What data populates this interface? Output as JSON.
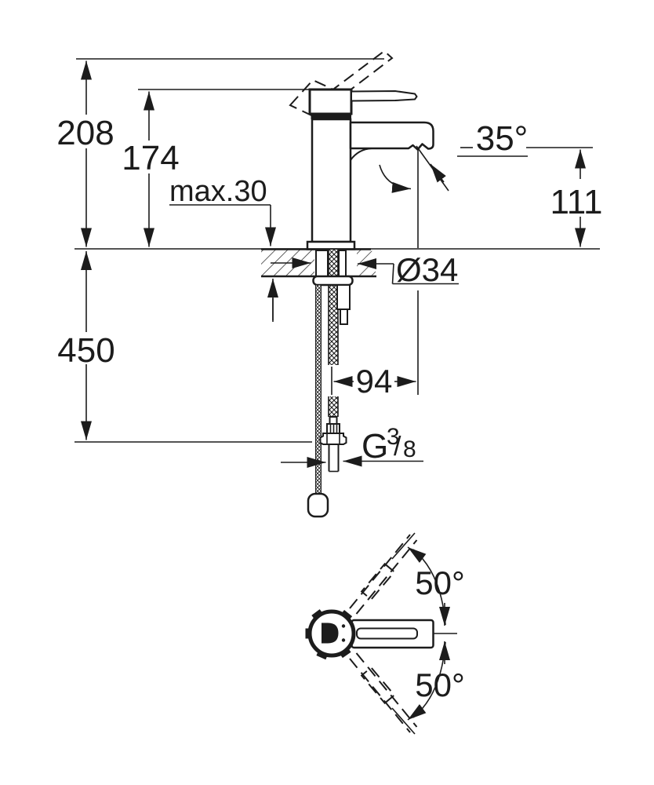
{
  "drawing": {
    "type": "technical-dimension-drawing",
    "subject": "single-lever basin mixer faucet, side elevation and top view",
    "colors": {
      "line": "#1c1c1c",
      "background": "#ffffff"
    },
    "side_view": {
      "dimensions": {
        "total_height": "208",
        "body_height": "174",
        "deck_thickness_max": "max.30",
        "spout_angle": "35°",
        "spout_outlet_height": "111",
        "supply_hose_length": "450",
        "hole_diameter": "Ø34",
        "spout_reach": "94",
        "thread": {
          "prefix": "G",
          "numerator": "3",
          "slash": "/",
          "denominator": "8"
        }
      }
    },
    "top_view": {
      "dimensions": {
        "lever_swivel_upper": "50°",
        "lever_swivel_lower": "50°"
      }
    }
  }
}
